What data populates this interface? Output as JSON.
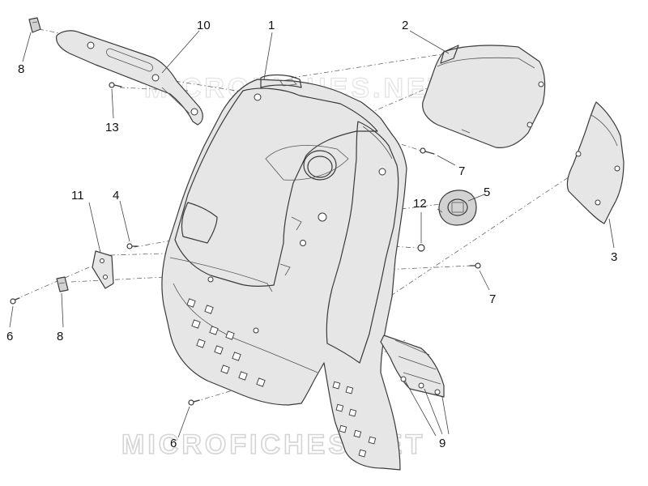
{
  "watermark": {
    "text_top": "MICROFICHES.NET",
    "text_bottom": "MICROFICHES.NET"
  },
  "callouts": {
    "c1": "1",
    "c2": "2",
    "c3": "3",
    "c4": "4",
    "c5": "5",
    "c6a": "6",
    "c6b": "6",
    "c7a": "7",
    "c7b": "7",
    "c8a": "8",
    "c8b": "8",
    "c9": "9",
    "c10": "10",
    "c11": "11",
    "c12": "12",
    "c13": "13"
  }
}
